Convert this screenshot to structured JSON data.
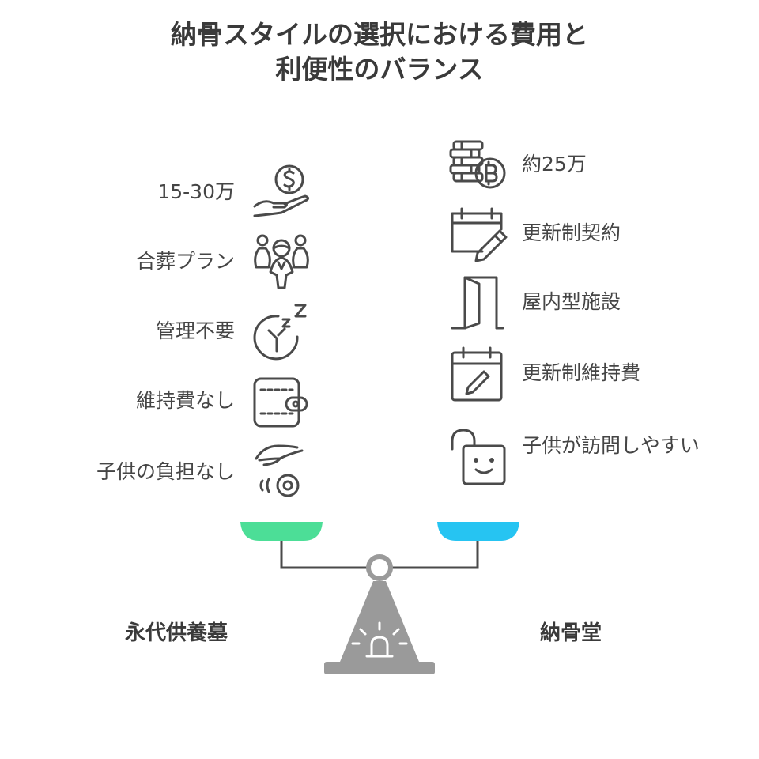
{
  "title": {
    "line1": "納骨スタイルの選択における費用と",
    "line2": "利便性のバランス"
  },
  "left": {
    "name": "永代供養墓",
    "color": "#4cde97",
    "items": [
      {
        "label": "15-30万",
        "icon": "money-hand-icon"
      },
      {
        "label": "合葬プラン",
        "icon": "people-group-icon"
      },
      {
        "label": "管理不要",
        "icon": "sleep-clock-icon"
      },
      {
        "label": "維持費なし",
        "icon": "wallet-icon"
      },
      {
        "label": "子供の負担なし",
        "icon": "coin-drop-hand-icon"
      }
    ]
  },
  "right": {
    "name": "納骨堂",
    "color": "#26c4f2",
    "items": [
      {
        "label": "約25万",
        "icon": "coin-stack-icon"
      },
      {
        "label": "更新制契約",
        "icon": "calendar-pencil-icon"
      },
      {
        "label": "屋内型施設",
        "icon": "open-door-icon"
      },
      {
        "label": "更新制維持費",
        "icon": "calendar-edit-icon"
      },
      {
        "label": "子供が訪問しやすい",
        "icon": "happy-lock-icon"
      }
    ]
  }
}
